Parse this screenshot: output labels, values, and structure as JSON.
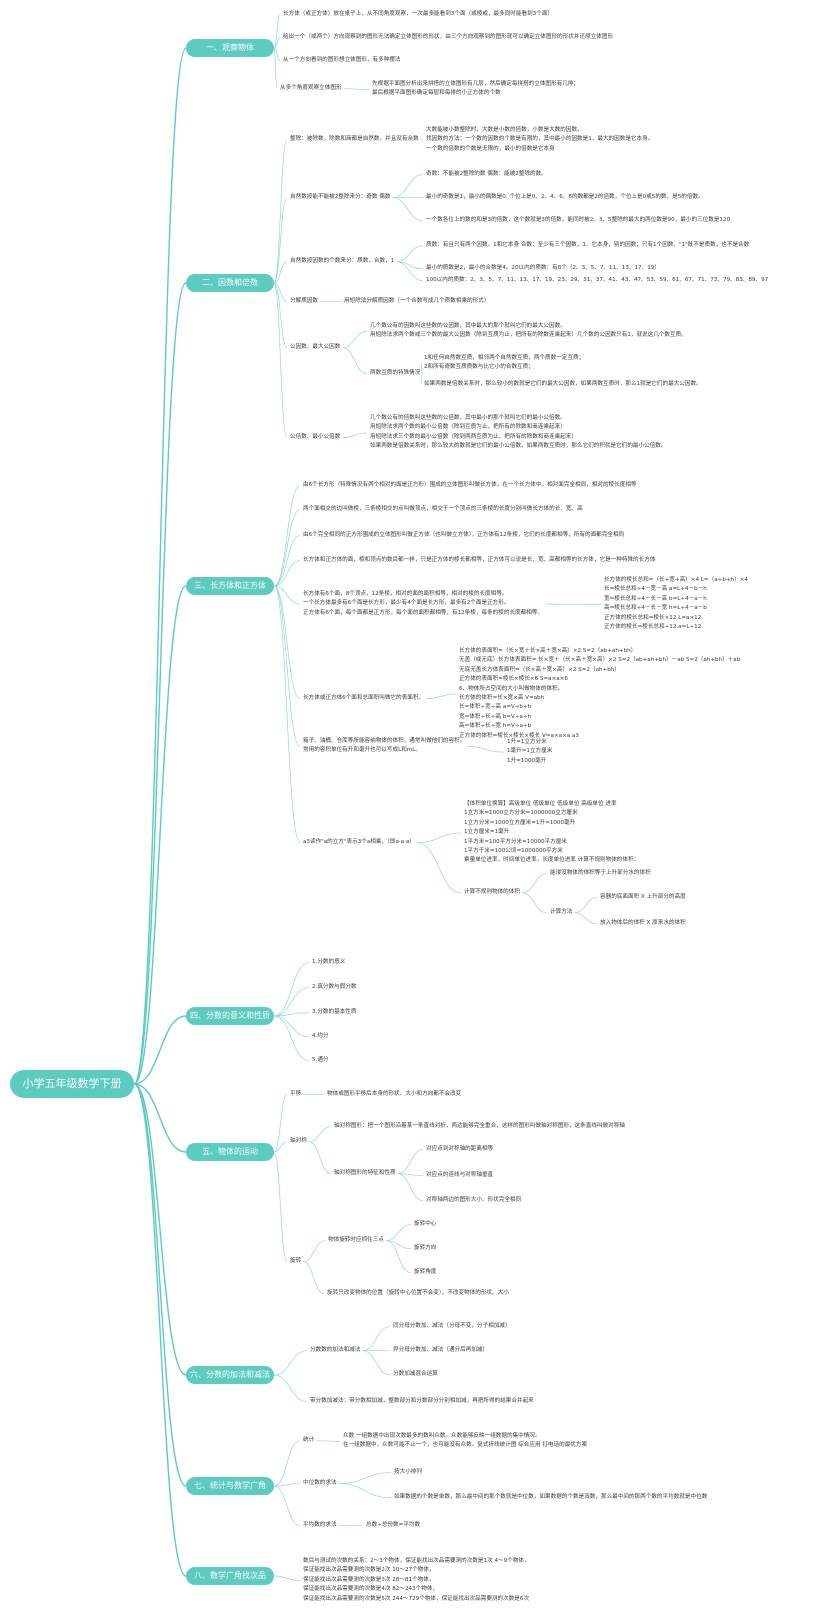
{
  "root": "小学五年级数学下册",
  "branches": [
    "一、观察物体",
    "二、因数和倍数",
    "三、长方体和正方体",
    "四、分数的意义和性质",
    "五、物体的运动",
    "六、分数的加法和减法",
    "七、统计与数学广角",
    "八、数学广角找次品"
  ],
  "nodes": [
    "长方体（或正方体）放在桌子上，从不同角度观察，一次最多能看到3个面（或棱或，最多同时能看到3个面）",
    "给出一个（或两个）方向观察到的图形无法确定立体图形的形状，由三个方向观察到的图形就可以确定立体图形的形状并还原立体图形",
    "从一个方向看到的图形想立体图形，有多种摆法",
    "从多个角度观察立体图形",
    "先根据平面图分析出来拼搭的立体图形有几层，然后确定每拼搭的立体图形有几排；\n最后根据平面图形确定每层和每排的小正方体的个数",
    "整除：被除数，除数和商都是自然数，并且没有余数",
    "大数能被小数整除时，大数是小数的倍数，小数是大数的因数。\n找因数的方法：一个数的因数的个数是有限的，其中最小的因数是1，最大的因数是它本身。\n一个数的倍数的个数是无限的，最小的倍数是它本身",
    "自然数按能不能被2整除来分：奇数 偶数",
    "奇数：不能被2整除的数 偶数：能被2整除的数。",
    "最小的奇数是1，最小的偶数是0. 个位上是0、2、4、6、8的数都是2的倍数，个位上是0或5的数，是5的倍数。",
    "一个数各位上的数的和是3的倍数，这个数就是3的倍数，能同时被2、3、5整除的最大的两位数是90，最小的三位数是120",
    "自然数按因数的个数来分：质数，合数，1",
    "质数：有且只有两个因数，1和它本身 合数：至少有三个因数，1、它本身，别的因数；只有1个因数，\"1\"既不是质数，也不是合数",
    "最小的质数是2，最小的合数是4。20以内的质数：有8个（2、3、5、7、11、13、17、19）",
    "100以内的质数：2、3、5、7、11、13、17、19、23、29、31、37、41、43、47、53、59、61、67、71、73、79、83、89、97",
    "分解质因数",
    "用短除法分解质因数（一个合数写成几个质数相乘的形式）",
    "公因数、最大公因数",
    "几个数公有的因数叫这些数的公因数，其中最大的那个就叫它们的最大公因数。\n用短除法求两个数或三个数的最大公因数（除到互质为止，把所有的除数连乘起来）几个数的公因数只有1，就说这几个数互质。",
    "两数互质的特殊情况",
    "1和任何自然数互质，相邻两个自然数互质，两个质数一定互质；\n2和所有奇数互质质数与比它小的合数互质；",
    "如果两数是倍数关系时，那么较小的数就是它们的最大公因数，如果两数互质时，那么1就是它们的最大公因数。",
    "公倍数、最小公倍数",
    "几个数公有的倍数叫这些数的公倍数，其中最小的那个就叫它们的最小公倍数。\n用短除法求两个数的最小公倍数（除到互质为止，把所有的除数和商连乘起来）\n用短除法求三个数的最小公倍数（除到两两互质为止，把所有的除数和商连乘起来）\n如果两数是倍数关系时，那么较大的数就是它们的最小公倍数，如果两数互质时，那么它们的积就是它们的最小公倍数。",
    "由6个长方形（特殊情况有两个相对的面是正方形）围成的立体图形叫做长方体，在一个长方体中，相对面完全相同，相对的棱长度相等",
    "两个面相交的边叫做棱，三条棱相交的点叫做顶点，相交于一个顶点的三条棱的长度分别叫做长方体的长、宽、高",
    "由6个完全相同的正方形围成的立体图形叫做正方体（也叫做立方体），正方体有12条棱，它们的长度都相等，所有的面都完全相同",
    "长方体和正方体的面，棱和顶点的数目都一样，只是正方体的棱长都相等，正方体可以说是长、宽、高都相等的长方体，它是一种特殊的长方体",
    "长方体有6个面，8个顶点，12条棱，相对的面的面积相等，相对的棱的长度相等。\n一个长方体最多有6个面是长方形，最少有4个面是长方形，最多有2个面是正方形。\n正方体有6个面，每个面都是正方形，每个面的面积都相等，有12条棱，每条的棱的长度都相等。",
    "长方体的棱长总和=（长+宽+高）×4 L=（a+b+h）×4\n长=棱长总和÷4－宽－高 a=L÷4－b－h\n宽=棱长总和÷4－长－高 b=L÷4－a－h\n高=棱长总和÷4－长－宽 h=L÷4－a－b\n正方体的棱长总和=棱长×12 L=a×12\n正方体的棱长=棱长总和÷12 a=L÷12",
    "长方体或正方体6个面和总面积叫做它的表面积。",
    "长方体的表面积=（长×宽＋长×高＋宽×高）×2 S=2（ab+ah+bh）\n无盖（或无底）长方体表面积= 长×宽＋（长×高＋宽×高）×2 S=2（ab+ah+bh）－ab S=2（ah+bh）＋ab\n无底无盖长方体表面积=（长×高＋宽×高）×2 S=2（ah+bh）\n正方体的表面积=棱长×棱长×6 S=a×a×6\n6、物体所占空间的大小叫做物体的体积。\n长方体的体积=长×宽×高 V=abh\n长=体积÷宽÷高 a=V÷b÷h\n宽=体积÷长÷高 b=V÷a÷h\n高=体积÷长÷宽 h=V÷a÷b\n正方体的体积=棱长×棱长×棱长 V=a×a×a a3",
    "箱子、油桶、仓库等所能容纳物体的体积，通常叫做他们的容积。\n常用的容积单位有升和毫升也可以写成L和mL。",
    "1升=1立方分米\n1毫升=1立方厘米\n1升=1000毫升",
    "a3读作\"a的立方\"表示3个a相乘。（即a·a·a）",
    "【体积单位换算】高级单位 低级单位 低级单位 高级单位 进率\n1立方米=1000立方分米=1000000立方厘米\n1立方分米=1000立方厘米=1升=1000毫升\n1立方厘米=1毫升\n1平方米=100平方分米=10000平方厘米\n1平方千米=100公顷=1000000平方米\n乘量单位进率，时间单位进率，长度单位进率 计算不规则物体的体积：",
    "计算不规则物体的体积",
    "能浸没物体的体积等于上升部分水的体积",
    "计算方法",
    "容器的底面面积 X 上升部分的高度",
    "放入物体后的体积 X 原来水的体积",
    "1.分数的意义",
    "2.真分数与假分数",
    "3.分数的基本性质",
    "4.约分",
    "5.通分",
    "平移",
    "物体或图形平移后本身的形状、大小和方向都不会改变",
    "轴对称",
    "轴对称图形：把一个图形沿着某一条直线对折，两边能够完全重合，这样的图形叫做轴对称图形，这条直线叫做对称轴",
    "轴对称图形的特征和性质",
    "对应点到对称轴的距离相等",
    "对应点的连线与对称轴垂直",
    "对称轴两边的图形大小、形状完全相同",
    "旋转",
    "物体旋转时应抓住三点",
    "旋转中心",
    "旋转方向",
    "旋转角度",
    "旋转只改变物体的位置（旋转中心位置不会变），不改变物体的形状、大小",
    "分数数的加法和减法",
    "同分母分数加、减法（分母不变，分子相加减）",
    "异分母分数加、减法（通分后再加减）",
    "分数加减混合运算",
    "带分数加减法：带分数相加减，整数部分和分数部分分别相加减，再把所得的结果合并起来",
    "统计",
    "众数 一组数据中出现次数最多的数叫众数。众数能够反映一组数据的集中情况。\n在一组数据中，众数可能不止一个，也可能没有众数。复式折线统计图 综合应用 打电话的最优方案",
    "中位数的求法",
    "按大小排列",
    "如果数据的个数是单数，那么最中间的那个数就是中位数，如果数据的个数是双数，那么最中间的那两个数的平均数就是中位数",
    "平均数的求法",
    "总数÷总份数=平均数",
    "数目与测试的次数的关系：2～3个物体，保证能找出次品需要测的次数是1次 4～9个物体，\n保证能找出次品需要测的次数是2次 10～27个物体，\n保证能找出次品需要测的次数是3次 28～81个物体，\n保证能找出次品需要测的次数是4次 82～243个物体，\n保证能找出次品需要测的次数是5次 244～729个物体，保证能找出次品需要测的次数是6次"
  ]
}
